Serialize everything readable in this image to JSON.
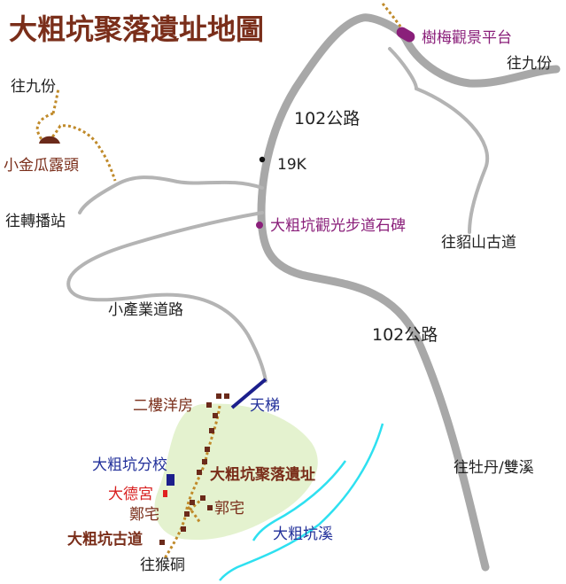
{
  "title": "大粗坑聚落遺址地圖",
  "colors": {
    "title": "#7a2e1a",
    "road_major": "#a8a8a8",
    "road_minor": "#b4b4b4",
    "trail": "#c08a2a",
    "settlement_area": "#e4f2cf",
    "stream": "#2ee0f0",
    "elevator_line": "#1c1f8c",
    "purple": "#8a1f7a",
    "building": "#6b2a1a",
    "school": "#1c1f8c",
    "temple": "#e02020",
    "text": "#222222",
    "brown_text": "#7a2e1a",
    "blue_text": "#22309a",
    "red_text": "#d82020"
  },
  "labels": {
    "observatory": "樹梅觀景平台",
    "to_jiufen_ne": "往九份",
    "to_jiufen_w": "往九份",
    "road_102_a": "102公路",
    "road_102_b": "102公路",
    "km_19k": "19K",
    "xiaojingua": "小金瓜露頭",
    "to_relay_station": "往轉播站",
    "stele": "大粗坑觀光步道石碑",
    "to_diaoshan": "往貂山古道",
    "industry_road": "小產業道路",
    "two_story_house": "二樓洋房",
    "elevator": "天梯",
    "branch_school": "大粗坑分校",
    "settlement_site": "大粗坑聚落遺址",
    "temple": "大德宮",
    "guo_house": "郭宅",
    "zheng_house": "鄭宅",
    "old_trail": "大粗坑古道",
    "to_mudan": "往牡丹/雙溪",
    "stream": "大粗坑溪",
    "to_houtong": "往猴硐"
  }
}
